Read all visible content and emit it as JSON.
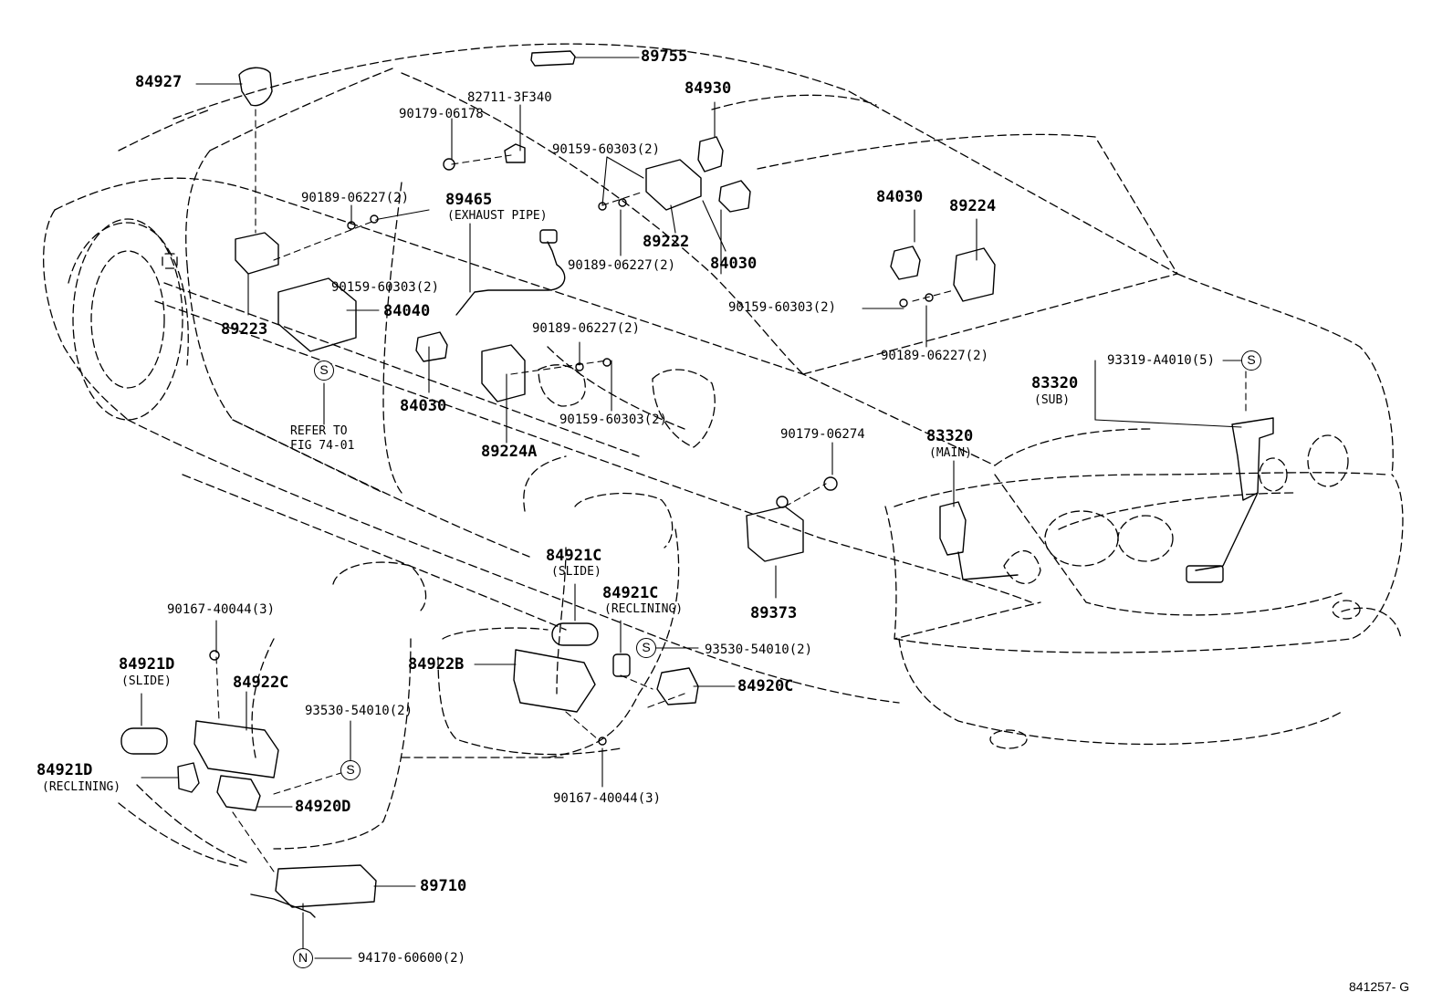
{
  "labels": {
    "l_89755": "89755",
    "l_84927": "84927",
    "l_82711": "82711-3F340",
    "l_90179a": "90179-06178",
    "l_84930": "84930",
    "l_90159a": "90159-60303(2)",
    "l_90189a": "90189-06227(2)",
    "l_89465": "89465",
    "l_exhaust": "(EXHAUST PIPE)",
    "l_89222": "89222",
    "l_84030a": "84030",
    "l_84030b": "84030",
    "l_89224": "89224",
    "l_90189b": "90189-06227(2)",
    "l_90159b": "90159-60303(2)",
    "l_84040": "84040",
    "l_89223": "89223",
    "l_90159c": "90159-60303(2)",
    "l_90189c": "90189-06227(2)",
    "l_90189d": "90189-06227(2)",
    "l_84030c": "84030",
    "l_90159d": "90159-60303(2)",
    "l_refer1": "REFER TO",
    "l_refer2": "FIG 74-01",
    "l_89224a": "89224A",
    "l_93319": "93319-A4010(5)",
    "l_83320sub": "83320",
    "l_sub": "(SUB)",
    "l_83320main": "83320",
    "l_main": "(MAIN)",
    "l_90179b": "90179-06274",
    "l_89373": "89373",
    "l_84921c1": "84921C",
    "l_slide1": "(SLIDE)",
    "l_84921c2": "84921C",
    "l_reclining1": "(RECLINING)",
    "l_93530a": "93530-54010(2)",
    "l_84922b": "84922B",
    "l_84920c": "84920C",
    "l_90167a": "90167-40044(3)",
    "l_84921d1": "84921D",
    "l_slide2": "(SLIDE)",
    "l_84922c": "84922C",
    "l_93530b": "93530-54010(2)",
    "l_84921d2": "84921D",
    "l_reclining2": "(RECLINING)",
    "l_84920d": "84920D",
    "l_90167b": "90167-40044(3)",
    "l_89710": "89710",
    "l_94170": "94170-60600(2)",
    "l_fig": "841257- G"
  },
  "symbols": {
    "s": "S",
    "n": "N"
  }
}
